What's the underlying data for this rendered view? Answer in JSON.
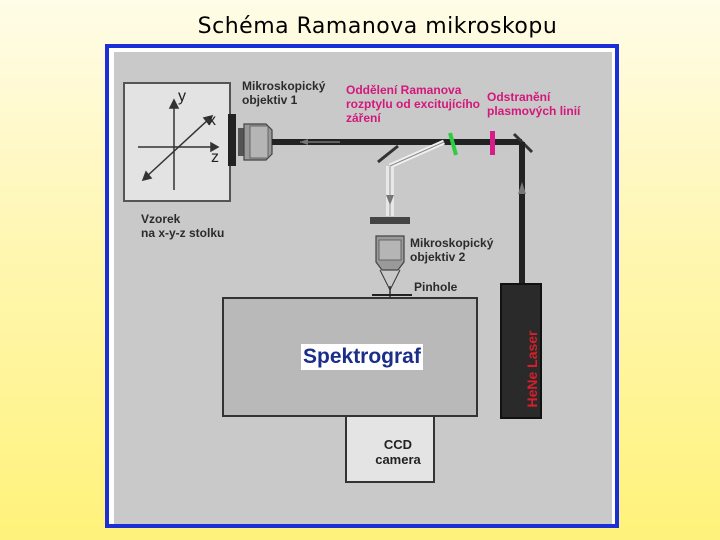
{
  "title": "Schéma Ramanova mikroskopu",
  "diagram": {
    "labels": {
      "objective1": [
        "Mikroskopický",
        "objektiv 1"
      ],
      "raman_separation": [
        "Oddělení Ramanova",
        "rozptylu od excitujícího",
        "záření"
      ],
      "plasma_removal": [
        "Odstranění",
        "plasmových linií"
      ],
      "sample": [
        "Vzorek",
        "na x-y-z stolku"
      ],
      "objective2": [
        "Mikroskopický",
        "objektiv 2"
      ],
      "pinhole": "Pinhole",
      "spectrograph": "Spektrograf",
      "ccd": [
        "CCD",
        "camera"
      ],
      "laser": "HeNe Laser"
    },
    "axes": {
      "y": "y",
      "x": "x",
      "z": "z"
    },
    "colors": {
      "frame_border": "#1a2fd6",
      "panel_fill": "#c9c9c9",
      "magenta_text": "#d3177b",
      "green_filter": "#2ecc40",
      "magenta_filter": "#d81b8a",
      "laser_text": "#d61f2a",
      "spectrograph_text": "#1b2e8a"
    }
  }
}
